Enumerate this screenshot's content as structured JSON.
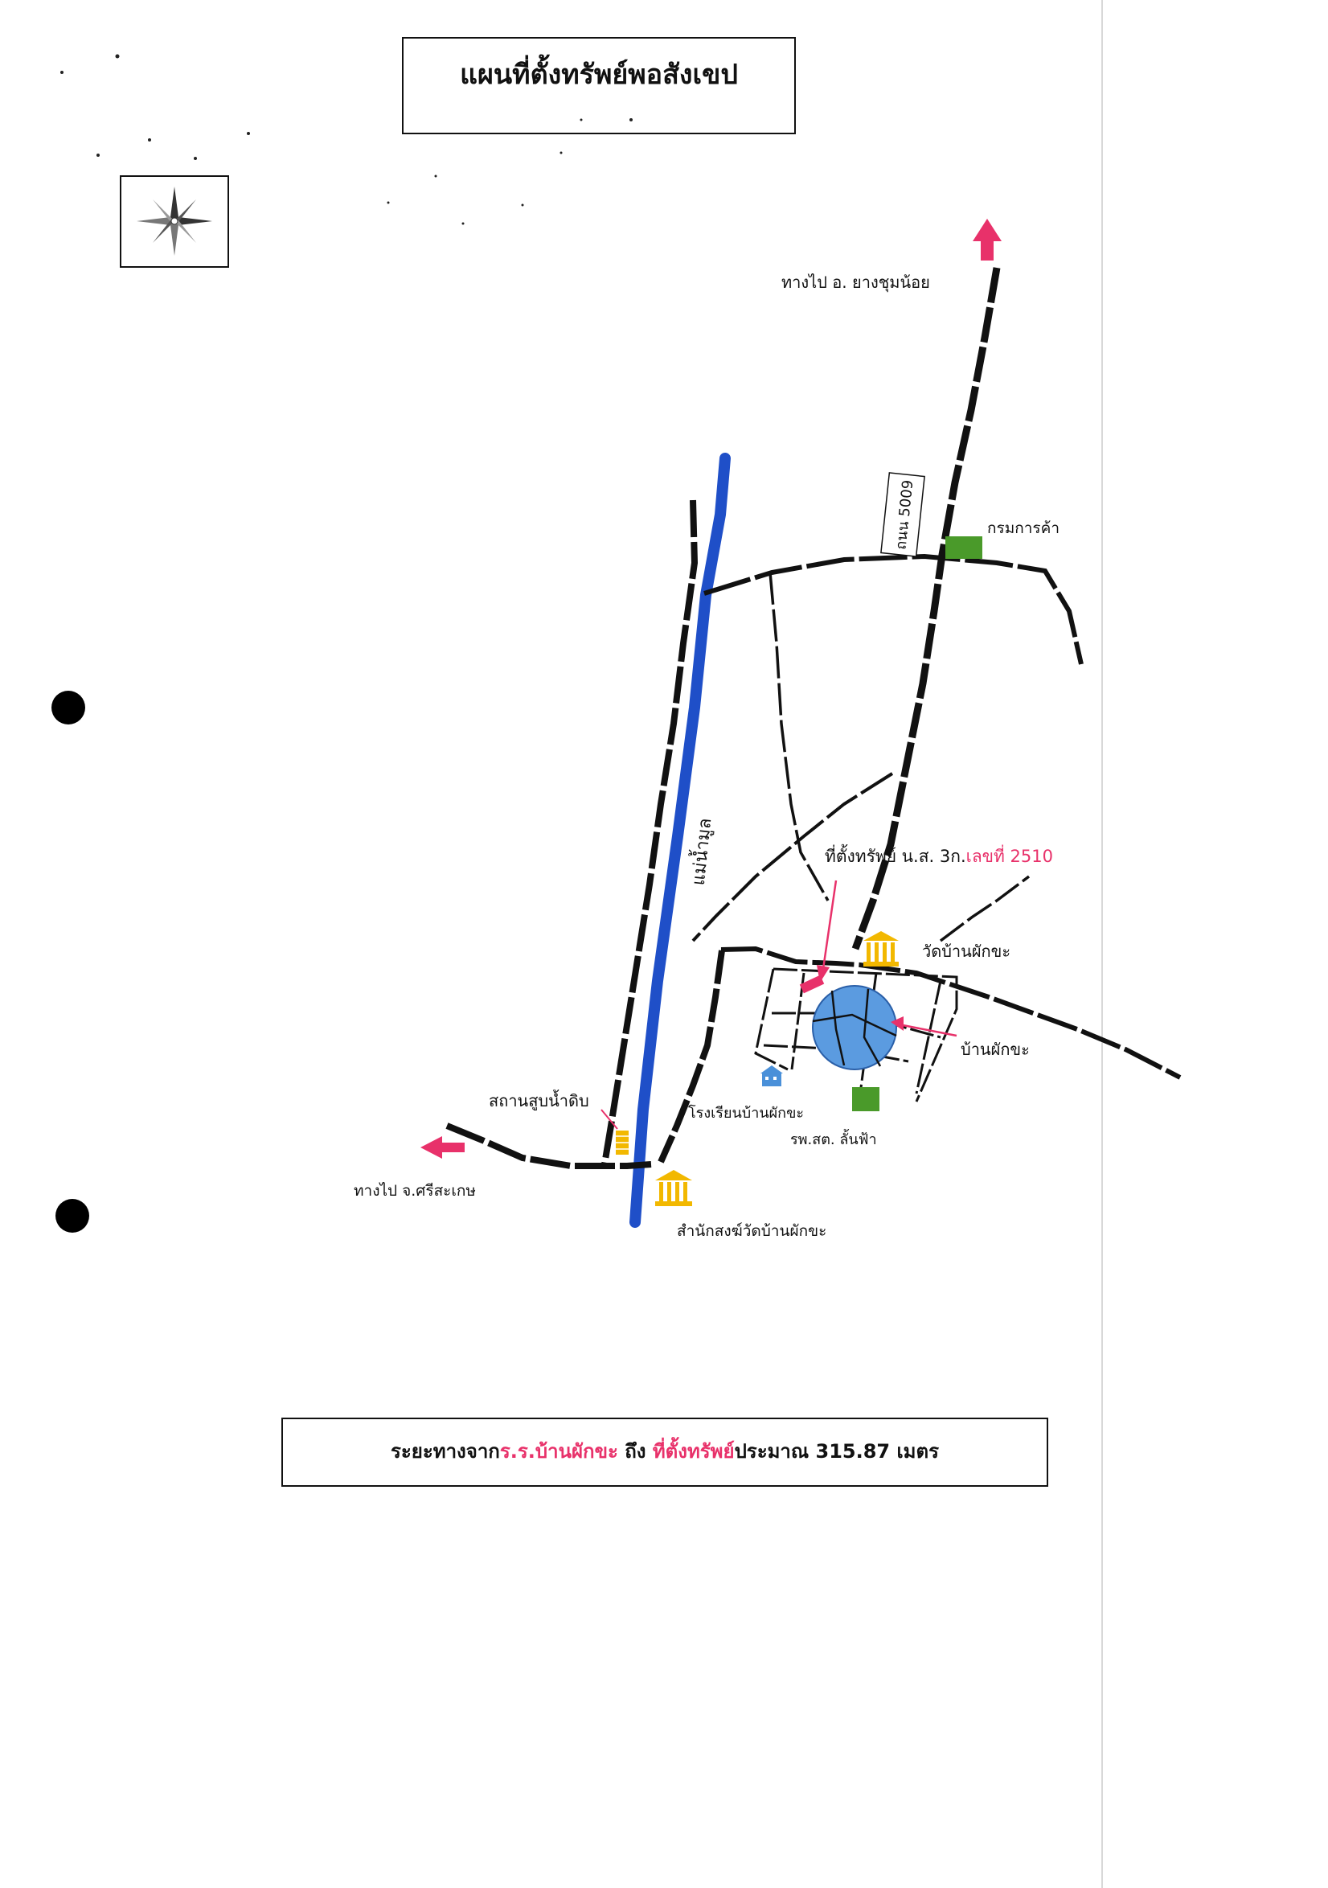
{
  "title": "แผนที่ตั้งทรัพย์พอสังเขป",
  "labels": {
    "to_yang_chum_noi": "ทางไป อ. ยางชุมน้อย",
    "road_5009": "ถนน 5009",
    "commerce_dept": "กรมการค้า",
    "river": "แม่น้ำมูล",
    "property_prefix": "ที่ตั้งทรัพย์ น.ส. 3ก.",
    "property_number_label": "เลขที่ 2510",
    "temple": "วัดบ้านผักขะ",
    "village": "บ้านผักขะ",
    "pump_station": "สถานสูบน้ำดิบ",
    "school": "โรงเรียนบ้านผักขะ",
    "hospital": "รพ.สต. ลั้นฟ้า",
    "to_sisaket": "ทางไป จ.ศรีสะเกษ",
    "monastery": "สำนักสงฆ์วัดบ้านผักขะ"
  },
  "distance_note": {
    "prefix": "ระยะทางจาก",
    "from": "ร.ร.บ้านผักขะ",
    "middle": " ถึง ",
    "to": "ที่ตั้งทรัพย์",
    "suffix": "ประมาณ 315.87 เมตร"
  },
  "colors": {
    "river": "#1f4fc8",
    "road": "#111111",
    "highlight": "#e8316a",
    "temple": "#f2b800",
    "commerce": "#4a9a2a",
    "village": "#5b9be0",
    "school": "#4a90d9"
  },
  "icons": [
    "compass-rose-icon",
    "temple-icon",
    "school-icon",
    "pump-station-icon",
    "arrow-up-icon",
    "arrow-left-icon"
  ]
}
